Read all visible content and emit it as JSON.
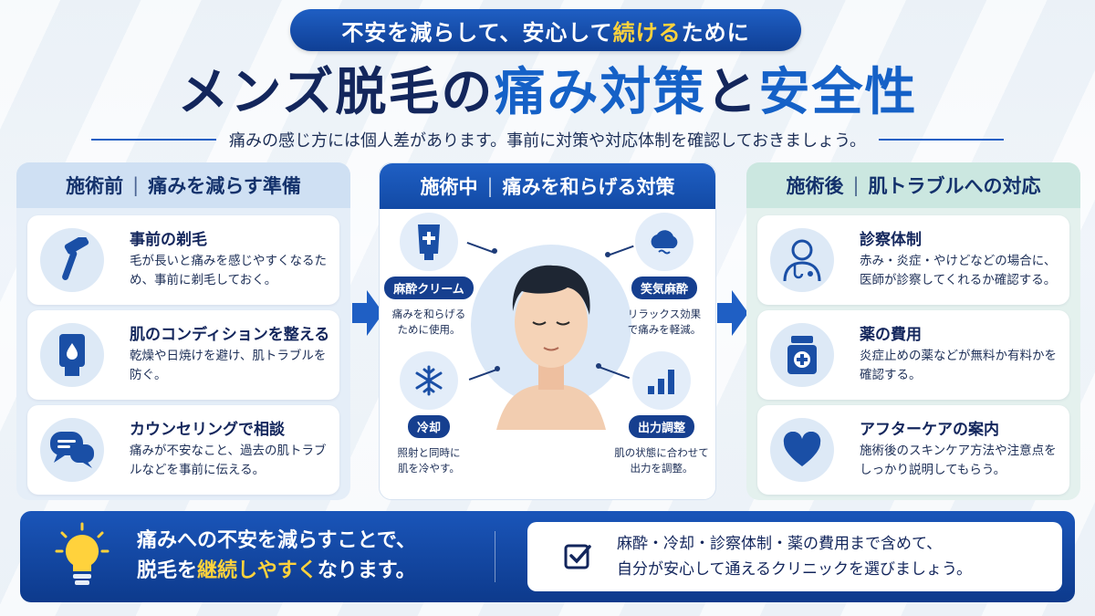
{
  "header": {
    "pill_pre": "不安を減らして、安心して",
    "pill_highlight": "続ける",
    "pill_post": "ために",
    "title_pre": "メンズ脱毛の",
    "title_accent": "痛み対策",
    "title_mid": "と",
    "title_accent2": "安全性",
    "lead": "痛みの感じ方には個人差があります。事前に対策や対応体制を確認しておきましょう。"
  },
  "left": {
    "head_a": "施術前",
    "head_b": "痛みを減らす準備",
    "cards": [
      {
        "icon": "razor-icon",
        "title": "事前の剃毛",
        "text": "毛が長いと痛みを感じやすくなるため、事前に剃毛しておく。"
      },
      {
        "icon": "lotion-icon",
        "title": "肌のコンディションを整える",
        "text": "乾燥や日焼けを避け、肌トラブルを防ぐ。"
      },
      {
        "icon": "chat-icon",
        "title": "カウンセリングで相談",
        "text": "痛みが不安なこと、過去の肌トラブルなどを事前に伝える。"
      }
    ]
  },
  "middle": {
    "head_a": "施術中",
    "head_b": "痛みを和らげる対策",
    "items": [
      {
        "icon": "cream-tube-icon",
        "label": "麻酔クリーム",
        "line1": "痛みを和らげる",
        "line2": "ために使用。"
      },
      {
        "icon": "gas-cloud-icon",
        "label": "笑気麻酔",
        "line1": "リラックス効果",
        "line2": "で痛みを軽減。"
      },
      {
        "icon": "snowflake-icon",
        "label": "冷却",
        "line1": "照射と同時に",
        "line2": "肌を冷やす。"
      },
      {
        "icon": "signal-bars-icon",
        "label": "出力調整",
        "line1": "肌の状態に合わせて",
        "line2": "出力を調整。"
      }
    ]
  },
  "right": {
    "head_a": "施術後",
    "head_b": "肌トラブルへの対応",
    "cards": [
      {
        "icon": "doctor-icon",
        "title": "診察体制",
        "text": "赤み・炎症・やけどなどの場合に、医師が診察してくれるか確認する。"
      },
      {
        "icon": "medicine-bottle-icon",
        "title": "薬の費用",
        "text": "炎症止めの薬などが無料か有料かを確認する。"
      },
      {
        "icon": "heart-icon",
        "title": "アフターケアの案内",
        "text": "施術後のスキンケア方法や注意点をしっかり説明してもらう。"
      }
    ]
  },
  "bottom": {
    "line1": "痛みへの不安を減らすことで、",
    "line2_pre": "脱毛を",
    "line2_hl": "継続しやすく",
    "line2_post": "なります。",
    "card_line1": "麻酔・冷却・診察体制・薬の費用まで含めて、",
    "card_line2": "自分が安心して通えるクリニックを選びましょう。"
  },
  "colors": {
    "primary": "#1f5fc4",
    "navy": "#13265c",
    "highlight": "#ffd23c"
  }
}
